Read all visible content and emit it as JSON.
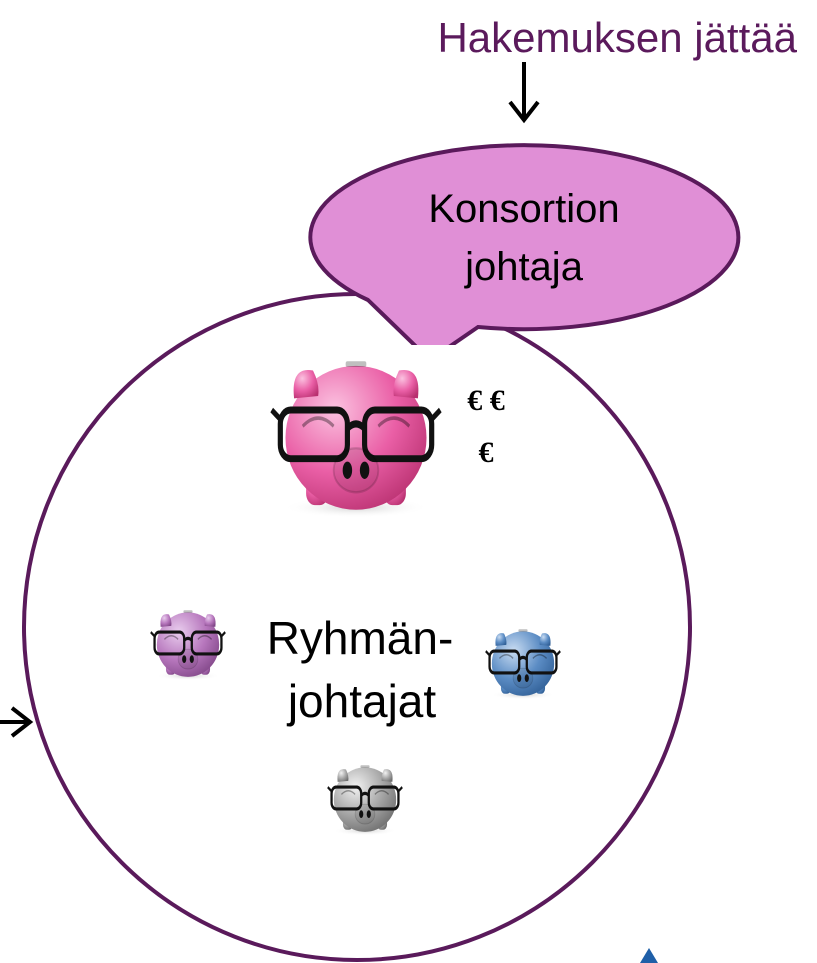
{
  "diagram": {
    "submitter_label": "Hakemuksen jättää",
    "consortium_leader_line1": "Konsortion",
    "consortium_leader_line2": "johtaja",
    "group_leaders_line1": "Ryhmän-",
    "group_leaders_line2": "johtajat",
    "euro_line1": "€ €",
    "euro_line2": "€"
  },
  "icons": {
    "main_pig": "pink-piggy-bank-with-glasses-icon",
    "purple_pig": "purple-piggy-bank-with-glasses-icon",
    "blue_pig": "blue-piggy-bank-with-glasses-icon",
    "gray_pig": "gray-piggy-bank-with-glasses-icon",
    "corner_mark": "blue-triangle-icon"
  },
  "colors": {
    "title_text": "#5b1a5c",
    "outline": "#5a1a5b",
    "bubble_fill": "#e08fd6",
    "pig_pink": "#ea5fa6",
    "pig_purple": "#b777bd",
    "pig_blue": "#5b8cc4",
    "pig_gray": "#a6a6a6"
  }
}
